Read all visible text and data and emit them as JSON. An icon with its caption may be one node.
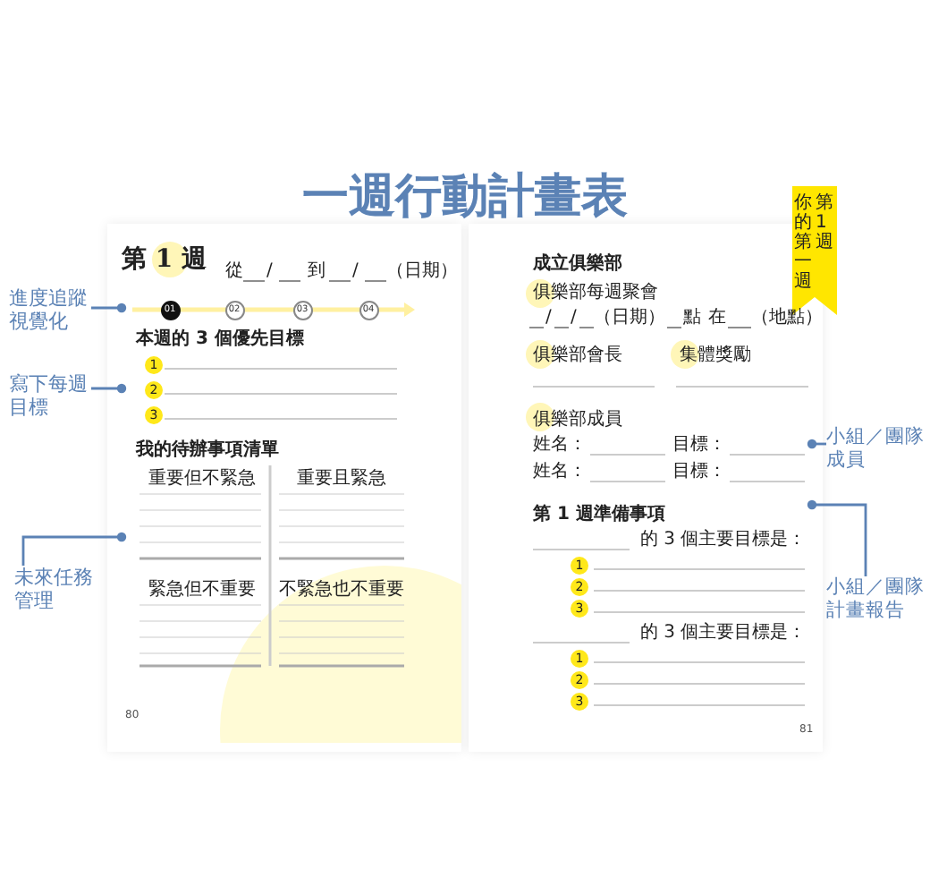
{
  "diagram": {
    "title": "一週行動計畫表",
    "nodes": [
      {
        "text": [
          "進度追蹤視覺化"
        ]
      },
      {
        "text": [
          "寫下每週目標"
        ]
      },
      {
        "text": [
          "未來任務管理"
        ]
      },
      {
        "text": [
          "小組／團隊成員"
        ]
      },
      {
        "text": [
          "小組／團隊計畫報告"
        ]
      },
      {
        "text": [
          "01",
          "02",
          "03",
          "04"
        ]
      },
      {
        "text": [
          "本週的 3 個優先目標",
          "1",
          "2",
          "3"
        ]
      },
      {
        "text": [
          "我的待辦事項清單",
          "重要但不緊急",
          "重要且緊急",
          "緊急但不重要",
          "不緊急也不重要"
        ]
      },
      {
        "text": [
          "俱樂部成員",
          "姓名：",
          "目標：",
          "姓名：",
          "目標："
        ]
      },
      {
        "text": [
          "第 1 週準備事項",
          "的 3 個主要目標是：",
          "1",
          "2",
          "3",
          "的 3 個主要目標是：",
          "1",
          "2",
          "3"
        ]
      }
    ],
    "edges": [
      {
        "from": 0,
        "to": 5,
        "arrow": "other"
      },
      {
        "from": 1,
        "to": 6,
        "arrow": "other"
      },
      {
        "from": 2,
        "to": 7,
        "arrow": "other"
      },
      {
        "from": 3,
        "to": 8,
        "arrow": "other"
      },
      {
        "from": 4,
        "to": 9,
        "arrow": "other"
      }
    ],
    "labels": [
      "第 1 週",
      "從",
      "/",
      "到",
      "/",
      "（日期）",
      "80",
      "第1週",
      "你的第一週",
      "成立俱樂部",
      "俱樂部每週聚會",
      "/",
      "/",
      "（日期）",
      "點",
      "在",
      "（地點）",
      "俱樂部會長",
      "集體獎勵",
      "81"
    ]
  }
}
